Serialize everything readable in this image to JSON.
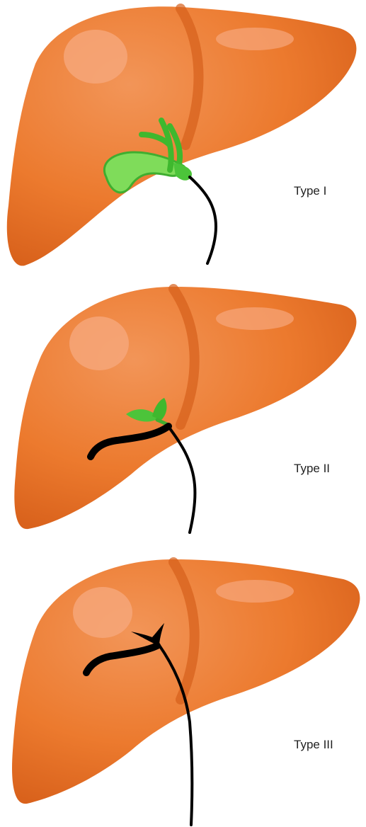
{
  "figure": {
    "colors": {
      "liver": "#ec7a2e",
      "liver_shade": "#d9621c",
      "liver_highlight": "#f6a77c",
      "gallbladder": "#6fd64e",
      "bile_duct": "#000000",
      "background": "#ffffff"
    },
    "panels": [
      {
        "label": "Type I",
        "icon": "liver-with-gallbladder",
        "duct_staining": "cystic duct and gallbladder"
      },
      {
        "label": "Type II",
        "icon": "liver-with-partial-duct",
        "duct_staining": "hepatic duct"
      },
      {
        "label": "Type III",
        "icon": "liver-with-duct-only",
        "duct_staining": "none"
      }
    ]
  }
}
